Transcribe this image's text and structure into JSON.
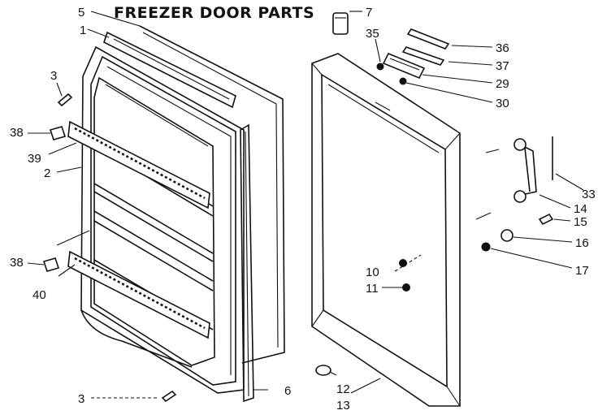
{
  "title": "FREEZER DOOR PARTS",
  "callouts": {
    "p1": "1",
    "p2": "2",
    "p3a": "3",
    "p3b": "3",
    "p5": "5",
    "p6": "6",
    "p7": "7",
    "p10": "10",
    "p11": "11",
    "p12": "12",
    "p13": "13",
    "p14": "14",
    "p15": "15",
    "p16": "16",
    "p17": "17",
    "p29": "29",
    "p30": "30",
    "p33": "33",
    "p35": "35",
    "p36": "36",
    "p37": "37",
    "p38a": "38",
    "p38b": "38",
    "p39": "39",
    "p40": "40"
  }
}
